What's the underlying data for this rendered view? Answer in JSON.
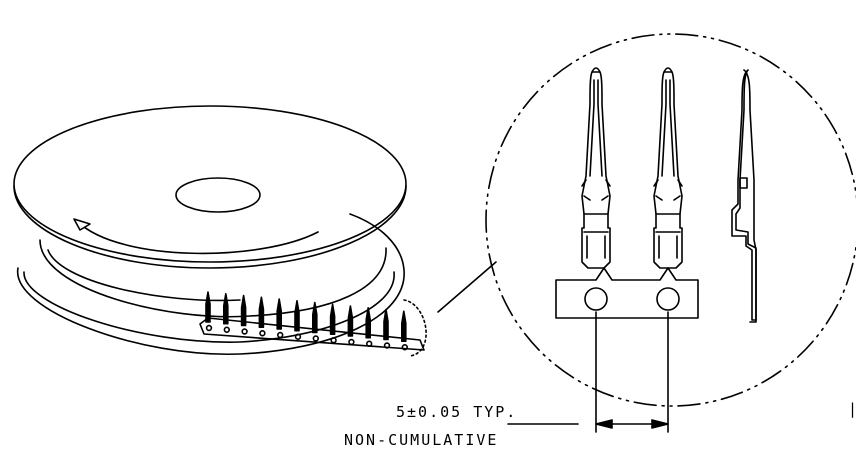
{
  "annotations": {
    "pitch_line1": "5±0.05 TYP.",
    "pitch_line2": "NON-CUMULATIVE",
    "edge_mark": "|"
  },
  "colors": {
    "line": "#000000",
    "background": "#ffffff"
  },
  "views": {
    "reel": "reel-isometric-view",
    "detail": "detail-circle-view",
    "terminals_front": 2,
    "terminals_side": 1,
    "reel_terminals": 12
  }
}
